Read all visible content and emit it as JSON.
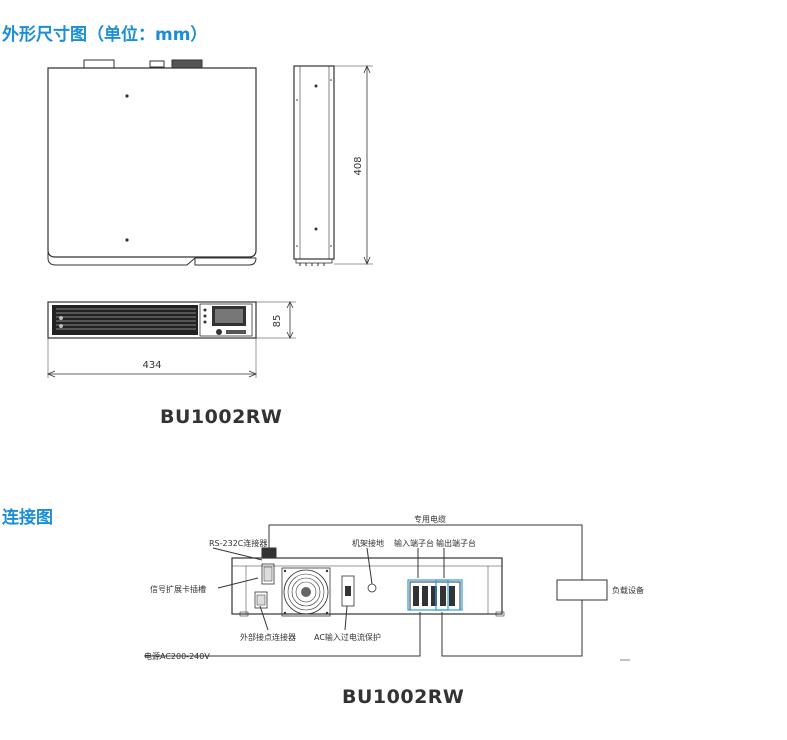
{
  "dimensions_section": {
    "title": "外形尺寸图（单位：mm）",
    "width_dim": "434",
    "height_dim": "85",
    "depth_dim": "408",
    "model": "BU1002RW"
  },
  "connection_section": {
    "title": "连接图",
    "labels": {
      "cable": "专用电缆",
      "rs232c": "RS-232C连接器",
      "frame_ground": "机架接地",
      "input_terminal": "输入端子台",
      "output_terminal": "输出端子台",
      "signal_card": "信号扩展卡插槽",
      "load": "负载设备",
      "external_contact": "外部接点连接器",
      "ac_protection": "AC输入过电流保护",
      "power": "电源AC200-240V"
    },
    "model": "BU1002RW"
  }
}
